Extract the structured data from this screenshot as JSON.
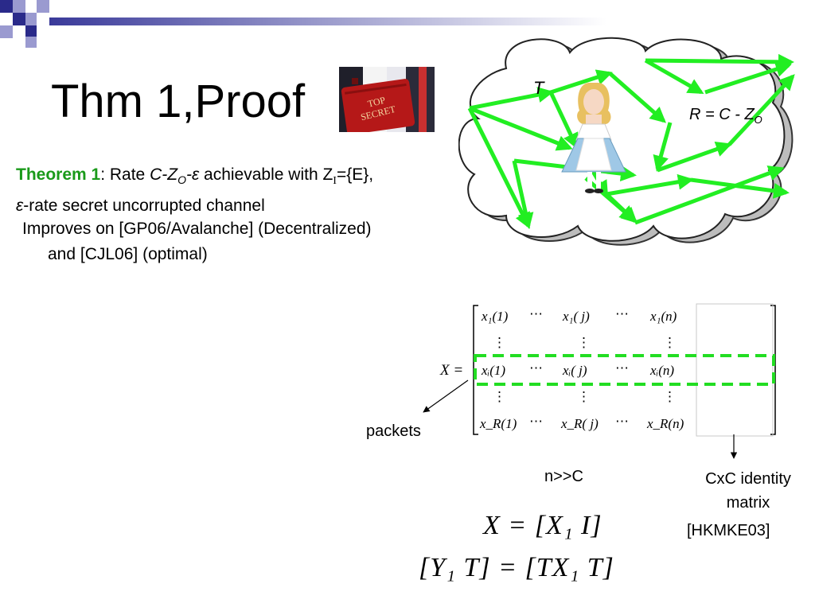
{
  "slide": {
    "title": "Thm 1,Proof",
    "theorem_label": "Theorem 1",
    "theorem_colon": ":",
    "theorem_text_rate": " Rate ",
    "theorem_rate_expr": "C-Z",
    "theorem_rate_sub": "O",
    "theorem_rate_tail": "-ε",
    "theorem_achievable": " achievable with Z",
    "theorem_zi_sub": "I",
    "theorem_zi_value": "={E},",
    "theorem_eps": "ε",
    "theorem_line2": "-rate secret uncorrupted channel",
    "improves_line1": "Improves on [GP06/Avalanche] (Decentralized)",
    "improves_line2": "and [CJL06] (optimal)"
  },
  "network": {
    "t_label": "T",
    "r_label": "R = C - Z",
    "r_sub": "O"
  },
  "matrix": {
    "lhs": "X =",
    "rows": [
      [
        "x₁(1)",
        "⋯",
        "x₁( j)",
        "⋯",
        "x₁(n)"
      ],
      [
        "⋮",
        "",
        "⋮",
        "",
        "⋮"
      ],
      [
        "xᵢ(1)",
        "⋯",
        "xᵢ( j)",
        "⋯",
        "xᵢ(n)"
      ],
      [
        "⋮",
        "",
        "⋮",
        "",
        "⋮"
      ],
      [
        "x_R(1)",
        "⋯",
        "x_R( j)",
        "⋯",
        "x_R(n)"
      ]
    ],
    "packets_label": "packets",
    "n_label": "n>>C",
    "identity_line1": "CxC identity",
    "identity_line2": "matrix",
    "citation": "[HKMKE03]"
  },
  "equations": {
    "eq1": "X = [X₁  I]",
    "eq2": "[Y₁  T] = [TX₁  T]"
  },
  "colors": {
    "accent_green": "#1a9a1a",
    "arrow_green": "#22ee22",
    "deco_navy": "#2a2a8a",
    "deco_lavender": "#9a9ad0"
  },
  "images": {
    "briefcase": "top-secret-briefcase",
    "briefcase_text1": "TOP",
    "briefcase_text2": "SECRET",
    "doll": "alice-doll"
  }
}
